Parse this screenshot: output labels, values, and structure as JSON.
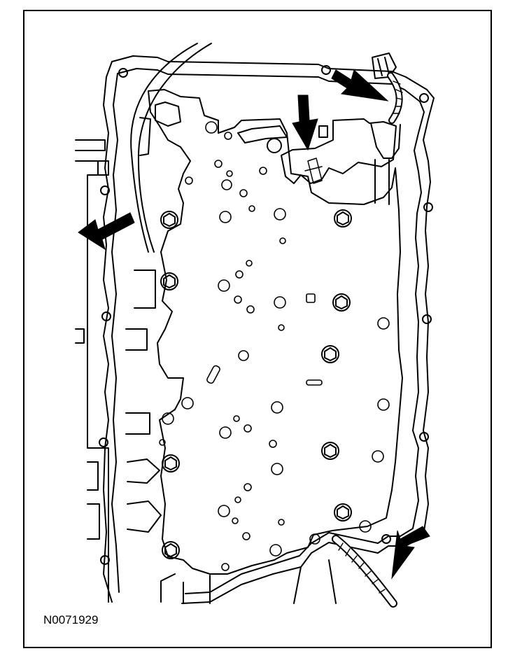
{
  "figure": {
    "id_label": "N0071929",
    "line_color": "#000000",
    "background_color": "#ffffff",
    "callout_arrows": 4,
    "content": "valve-body-line-drawing"
  }
}
